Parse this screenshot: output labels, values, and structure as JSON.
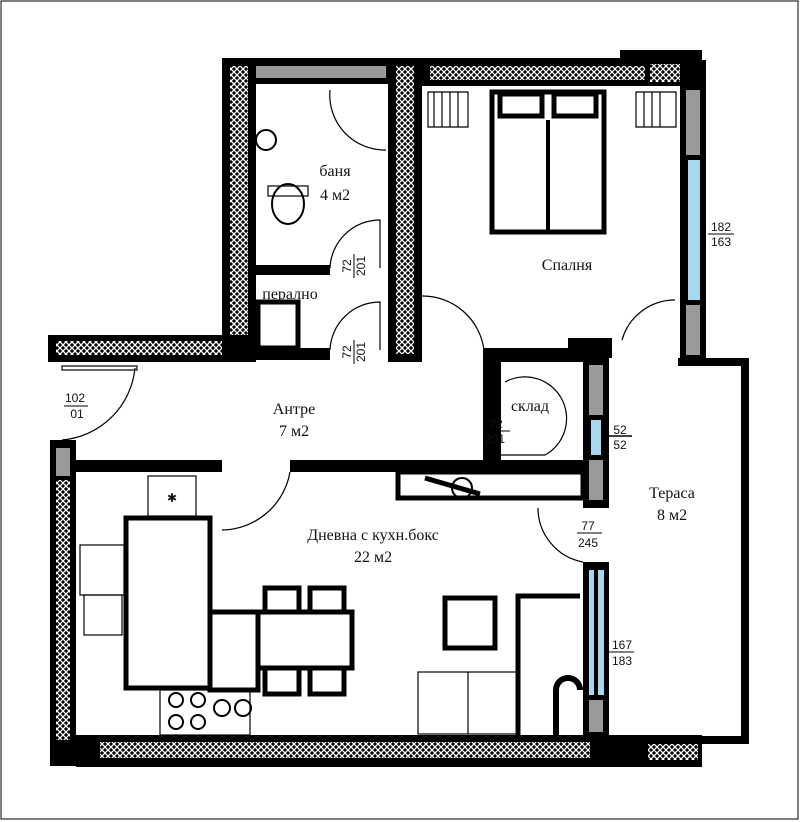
{
  "rooms": {
    "bathroom": {
      "name": "баня",
      "area": "4 м2"
    },
    "laundry": {
      "name": "перално"
    },
    "bedroom": {
      "name": "Спалня"
    },
    "hall": {
      "name": "Антре",
      "area": "7 м2"
    },
    "storage": {
      "name": "склад"
    },
    "living": {
      "name": "Дневна с кухн.бокс",
      "area": "22 м2"
    },
    "terrace": {
      "name": "Тераса",
      "area": "8 м2"
    }
  },
  "openings": {
    "bath_door": {
      "w": "72",
      "h": "201"
    },
    "laundry_door": {
      "w": "72",
      "h": "201"
    },
    "entrance_door": {
      "w": "102",
      "h": "01"
    },
    "storage_door": {
      "w": "72",
      "h": "201"
    },
    "storage_window": {
      "w": "52",
      "h": "52"
    },
    "terrace_door": {
      "w": "77",
      "h": "245"
    },
    "bedroom_window": {
      "w": "182",
      "h": "163"
    },
    "living_window": {
      "w": "167",
      "h": "183"
    }
  },
  "colors": {
    "wall": "#000000",
    "insulation": "#9a9a9a",
    "glass": "#a8d8f0"
  }
}
